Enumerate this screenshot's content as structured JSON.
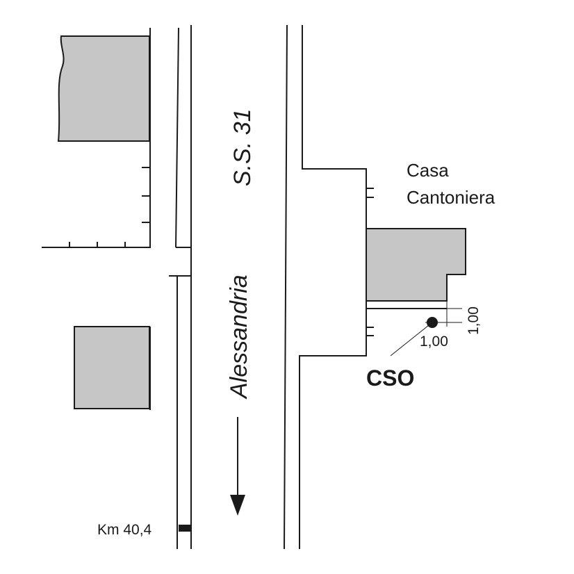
{
  "road": {
    "name": "S.S. 31",
    "direction": "Alessandria"
  },
  "landmark": {
    "line1": "Casa",
    "line2": "Cantoniera"
  },
  "point": {
    "label": "CSO",
    "offset_x": "1,00",
    "offset_y": "1,00"
  },
  "marker": {
    "km": "Km 40,4"
  },
  "colors": {
    "building": "#c6c6c6",
    "line": "#1a1a1a",
    "background": "#ffffff"
  }
}
